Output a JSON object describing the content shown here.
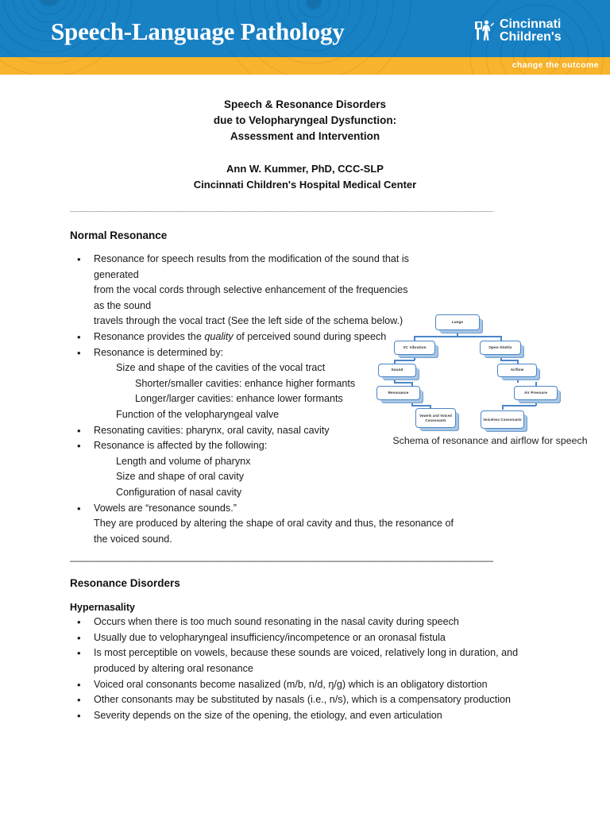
{
  "banner": {
    "title": "Speech-Language Pathology",
    "logo": {
      "line1": "Cincinnati",
      "line2": "Children's",
      "mark_icon": "cincinnati-childrens-logo-icon"
    },
    "tagline": "change the outcome",
    "blue_hex": "#1881c4",
    "gold_hex": "#f7b42c"
  },
  "title_block": {
    "lines": [
      "Speech & Resonance Disorders",
      "due to Velopharyngeal Dysfunction:",
      "Assessment and Intervention"
    ]
  },
  "author_block": {
    "lines": [
      "Ann W. Kummer, PhD, CCC-SLP",
      "Cincinnati Children's Hospital Medical Center"
    ]
  },
  "rules": {
    "line": "______________________________________________________________________________"
  },
  "normal_resonance": {
    "heading": "Normal Resonance",
    "bullet1_line1": "Resonance for speech results from the modification of the sound that is generated",
    "bullet1_line2": "from the vocal cords through selective enhancement of the frequencies as the sound",
    "bullet1_line3": "travels through the vocal tract (See the left side of the schema below.)",
    "bullet2_pre": "Resonance provides the ",
    "bullet2_italic": "quality",
    "bullet2_post": " of perceived sound during speech",
    "bullet3": "Resonance is determined by:",
    "sub3_a": "Size and shape of the cavities of the vocal tract",
    "sub3_a1": "Shorter/smaller cavities: enhance higher formants",
    "sub3_a2": "Longer/larger cavities: enhance lower formants",
    "sub3_b": "Function of the velopharyngeal valve",
    "bullet4": "Resonating cavities: pharynx, oral cavity, nasal cavity",
    "bullet5": "Resonance is affected by the following:",
    "sub5_a": "Length and volume of pharynx",
    "sub5_b": "Size and shape of oral cavity",
    "sub5_c": "Configuration of nasal cavity",
    "bullet6": "Vowels are “resonance sounds.”",
    "bullet6_cont1": "They are produced by altering the shape of oral cavity and thus, the resonance of",
    "bullet6_cont2": "the voiced sound."
  },
  "figure": {
    "caption": "Schema of resonance and airflow for speech",
    "nodes": [
      {
        "id": "lungs",
        "label": "Lungs"
      },
      {
        "id": "vc-vibration",
        "label": "VC Vibration"
      },
      {
        "id": "open-glottis",
        "label": "Open Glottis"
      },
      {
        "id": "sound",
        "label": "Sound"
      },
      {
        "id": "airflow",
        "label": "Airflow"
      },
      {
        "id": "resonance",
        "label": "Resonance"
      },
      {
        "id": "air-pressure",
        "label": "Air Pressure"
      },
      {
        "id": "vowels-voiced-consonants",
        "label": "Vowels and Voiced Consonants"
      },
      {
        "id": "voiceless-consonants",
        "label": "Voiceless Consonants"
      }
    ],
    "box_border_hex": "#4a86c8"
  },
  "resonance_disorders": {
    "heading": "Resonance Disorders",
    "hypernasality": {
      "subheading": "Hypernasality",
      "bullets": [
        "Occurs when there is too much sound resonating in the nasal cavity during speech",
        "Usually due to velopharyngeal insufficiency/incompetence or an oronasal fistula",
        "Is most perceptible on vowels, because these sounds are voiced, relatively long in duration, and produced by altering oral resonance",
        "Voiced oral consonants become nasalized (m/b, n/d, ŋ/g) which is an obligatory distortion",
        "Other consonants may be substituted by nasals (i.e., n/s), which is a compensatory production",
        "Severity depends on the size of the opening, the etiology, and even articulation"
      ]
    }
  }
}
